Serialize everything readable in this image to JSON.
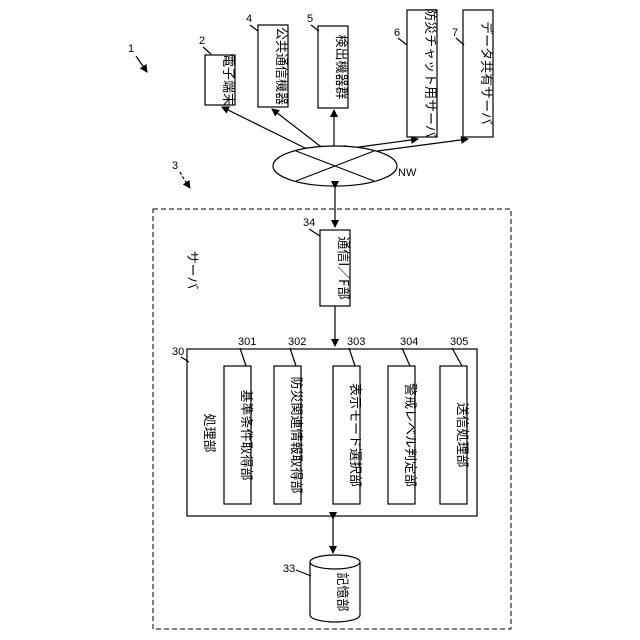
{
  "system_ref": "1",
  "network": {
    "ref": "3",
    "label": "NW"
  },
  "devices": [
    {
      "ref": "2",
      "name": "電子端末"
    },
    {
      "ref": "4",
      "name": "公共通信機器"
    },
    {
      "ref": "5",
      "name": "検出機器群"
    },
    {
      "ref": "6",
      "name": "防災チャット用サーバ"
    },
    {
      "ref": "7",
      "name": "データ共有サーバ"
    }
  ],
  "server": {
    "label": "サーバ",
    "comm_if": {
      "ref": "34",
      "name": "通信I／F部"
    },
    "processor": {
      "ref": "30",
      "name": "処理部",
      "units": [
        {
          "ref": "301",
          "name": "基準条件取得部"
        },
        {
          "ref": "302",
          "name": "防災関連情報取得部"
        },
        {
          "ref": "303",
          "name": "表示モード選択部"
        },
        {
          "ref": "304",
          "name": "警戒レベル判定部"
        },
        {
          "ref": "305",
          "name": "送信処理部"
        }
      ]
    },
    "storage": {
      "ref": "33",
      "name": "記憶部"
    }
  }
}
